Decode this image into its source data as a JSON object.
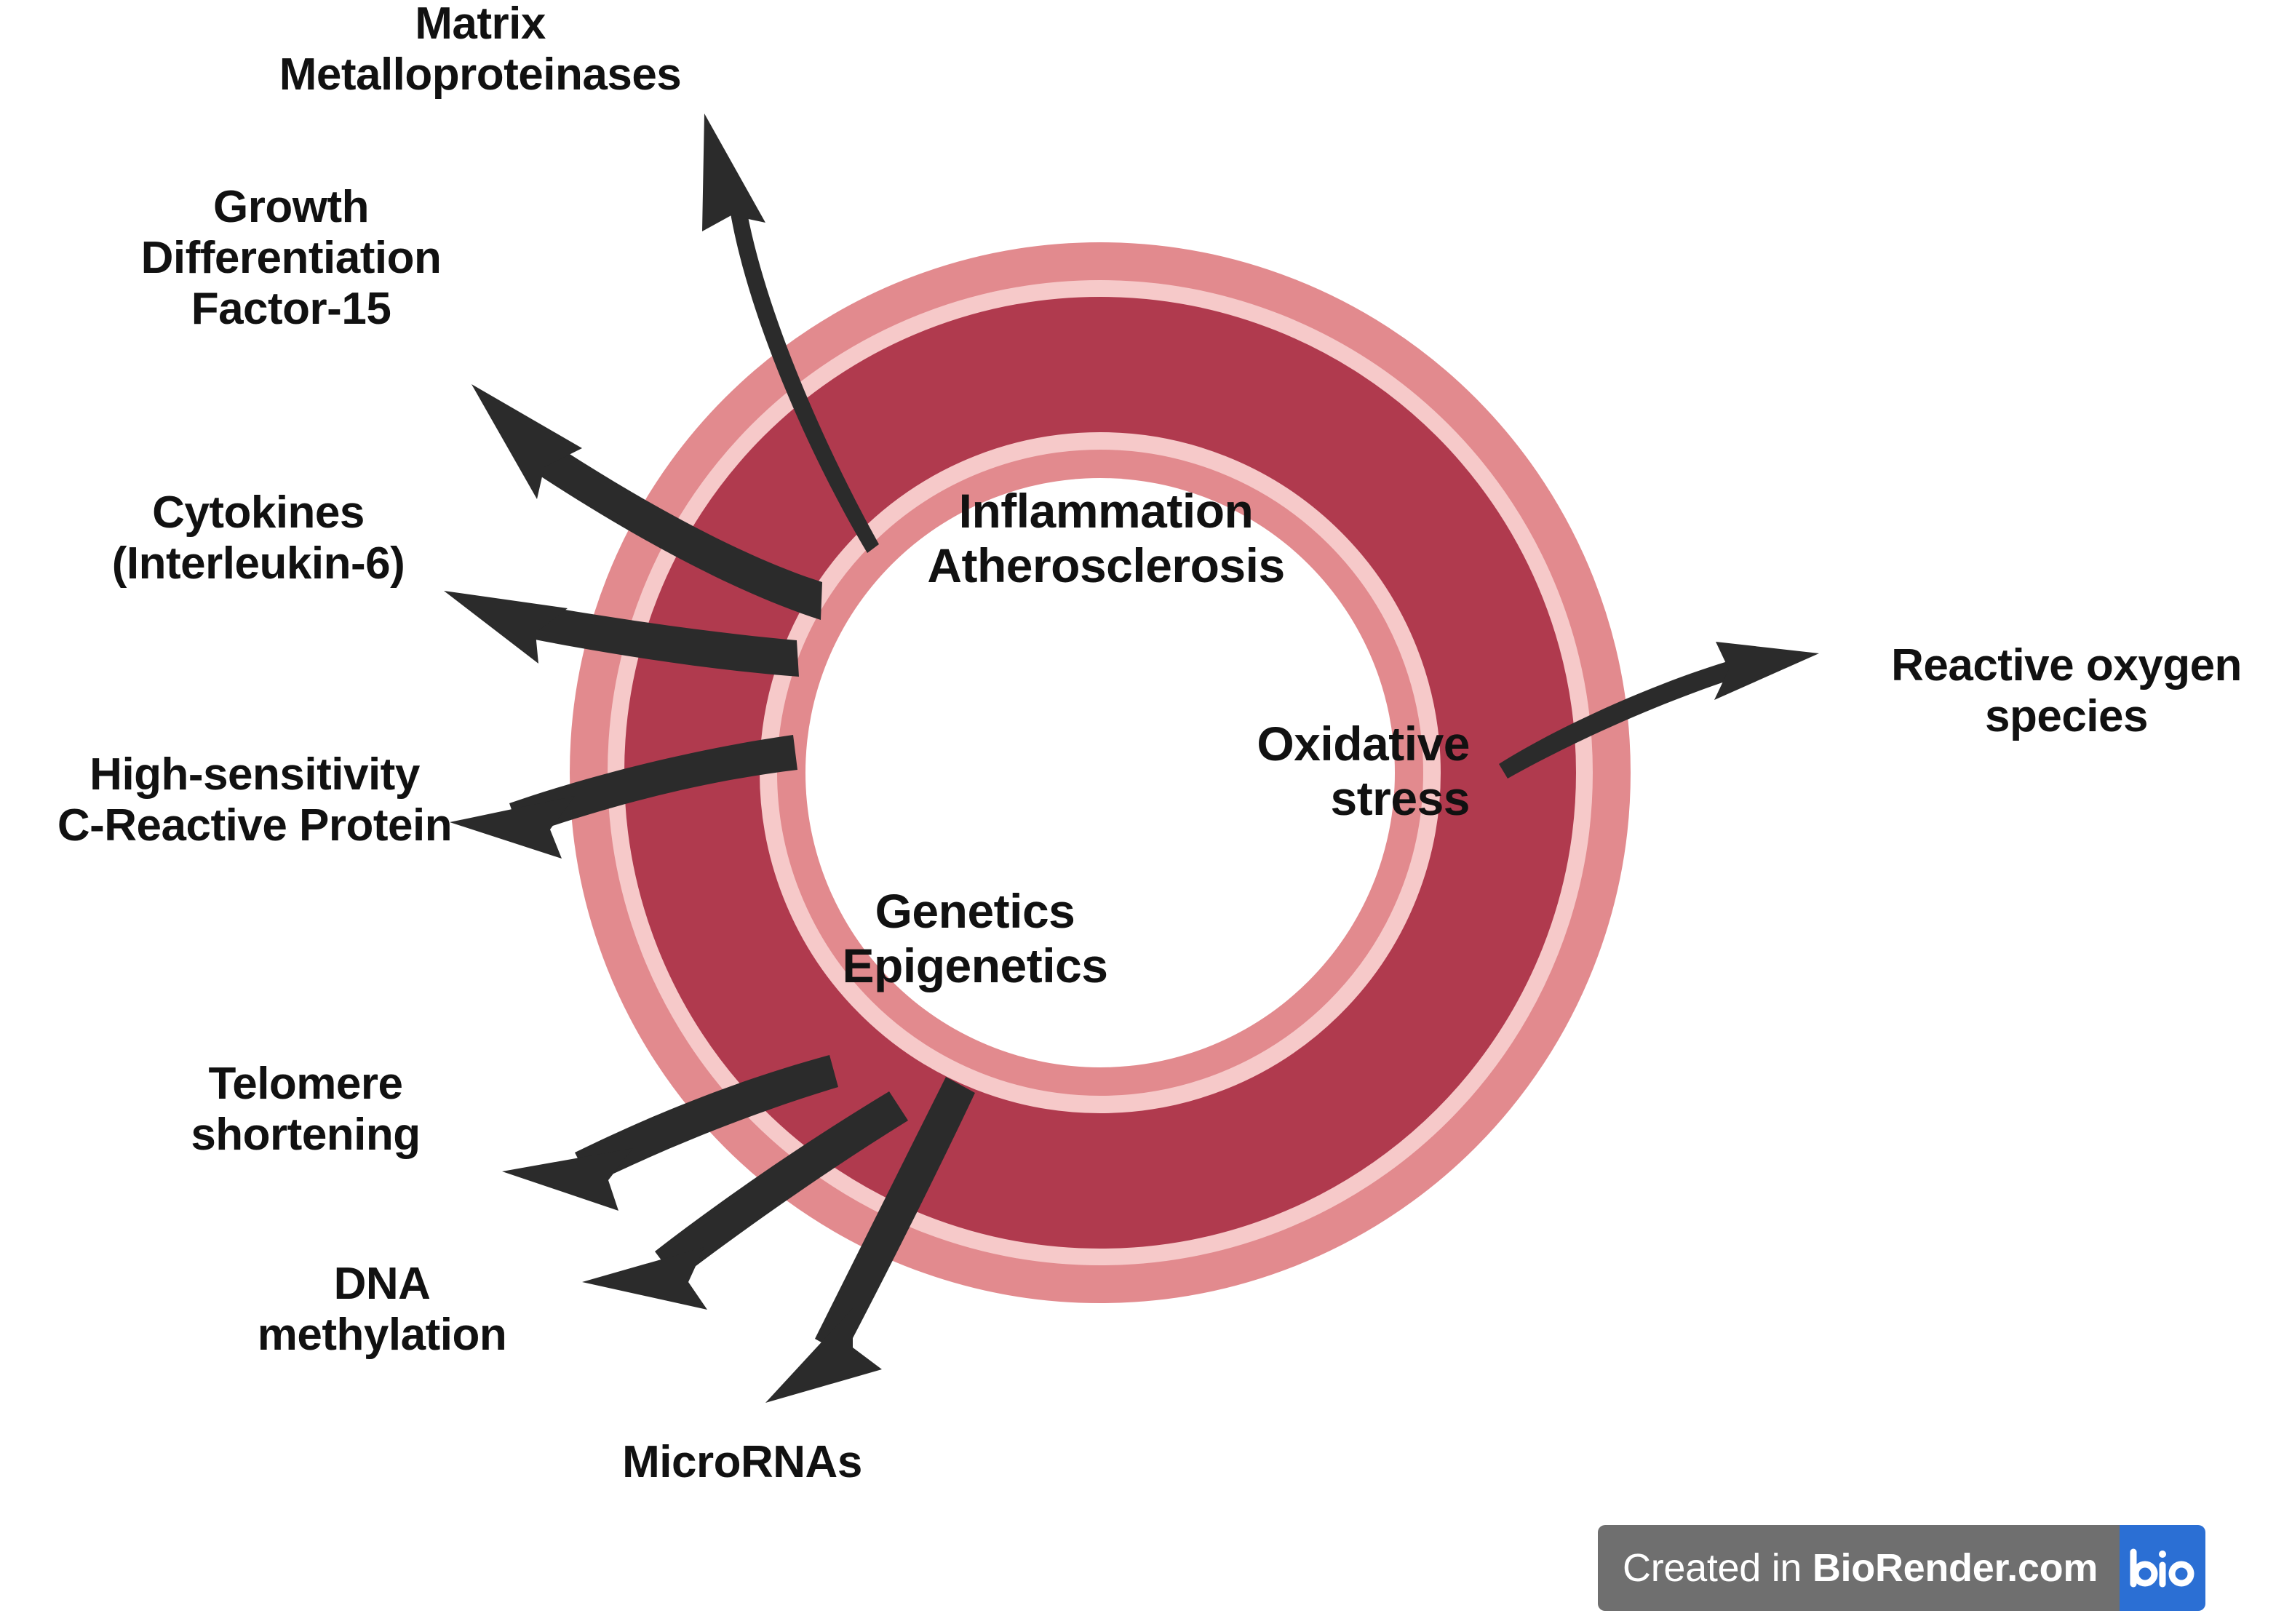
{
  "figure": {
    "type": "concentric-ring-concept-diagram",
    "background_color": "#FFFFFF",
    "ring": {
      "outer_band_color": "#E28A8E",
      "highlight_color": "#F6C9C9",
      "main_band_color": "#B03A4E",
      "inner_fill_color": "#FFFFFF"
    },
    "arrow_color": "#2B2B2B"
  },
  "center": {
    "items": [
      {
        "id": "inflammation",
        "text": "Inflammation\nAtherosclerosis"
      },
      {
        "id": "oxidative",
        "text": "Oxidative\nstress"
      },
      {
        "id": "genetics",
        "text": "Genetics\nEpigenetics"
      }
    ],
    "inflammation_atherosclerosis": "Inflammation\nAtherosclerosis",
    "oxidative_stress": "Oxidative\nstress",
    "genetics_epigenetics": "Genetics\nEpigenetics"
  },
  "outer_labels": {
    "matrix_metalloproteinases": "Matrix\nMetalloproteinases",
    "growth_differentiation_factor_15": "Growth\nDifferentiation\nFactor-15",
    "cytokines_interleukin_6": "Cytokines\n(Interleukin-6)",
    "high_sensitivity_c_reactive_protein": "High-sensitivity\nC-Reactive Protein",
    "telomere_shortening": "Telomere\nshortening",
    "dna_methylation": "DNA\nmethylation",
    "micrornas": "MicroRNAs",
    "reactive_oxygen_species": "Reactive oxygen\nspecies"
  },
  "arrows": [
    {
      "id": "arrow-matrix-metalloproteinases",
      "from": "ring",
      "to": "matrix_metalloproteinases",
      "direction": "up"
    },
    {
      "id": "arrow-growth-differentiation-factor-15",
      "from": "ring",
      "to": "growth_differentiation_factor_15",
      "direction": "upper-left"
    },
    {
      "id": "arrow-cytokines",
      "from": "ring",
      "to": "cytokines_interleukin_6",
      "direction": "left"
    },
    {
      "id": "arrow-hscrp",
      "from": "ring",
      "to": "high_sensitivity_c_reactive_protein",
      "direction": "left"
    },
    {
      "id": "arrow-telomere-shortening",
      "from": "ring",
      "to": "telomere_shortening",
      "direction": "left"
    },
    {
      "id": "arrow-dna-methylation",
      "from": "ring",
      "to": "dna_methylation",
      "direction": "lower-left"
    },
    {
      "id": "arrow-micrornas",
      "from": "ring",
      "to": "micrornas",
      "direction": "down-left"
    },
    {
      "id": "arrow-reactive-oxygen-species",
      "from": "ring",
      "to": "reactive_oxygen_species",
      "direction": "right"
    }
  ],
  "watermark": {
    "prefix": "Created in ",
    "brand": "BioRender.com",
    "logo_text": "bio",
    "bar_color": "#6F6F6F",
    "logo_color": "#2B6FD4"
  }
}
